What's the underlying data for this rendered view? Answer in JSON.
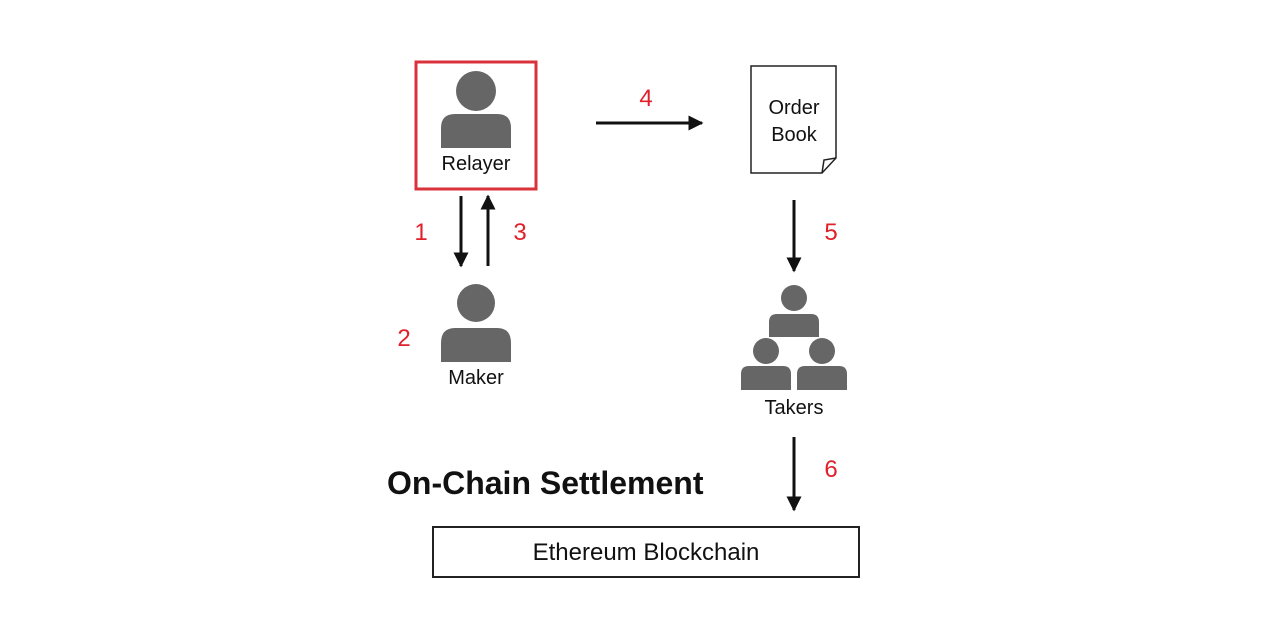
{
  "nodes": {
    "relayer": {
      "label": "Relayer"
    },
    "maker": {
      "label": "Maker"
    },
    "order_book": {
      "line1": "Order",
      "line2": "Book"
    },
    "takers": {
      "label": "Takers"
    },
    "blockchain": {
      "label": "Ethereum Blockchain"
    }
  },
  "section_title": "On-Chain Settlement",
  "steps": [
    "1",
    "2",
    "3",
    "4",
    "5",
    "6"
  ],
  "colors": {
    "highlight": "#d9323a",
    "step": "#e0202a",
    "icon": "#666666",
    "arrow": "#111111",
    "text": "#111111"
  },
  "icons": {
    "relayer": "person-icon",
    "maker": "person-icon",
    "order_book": "document-icon",
    "takers": "people-group-icon"
  }
}
